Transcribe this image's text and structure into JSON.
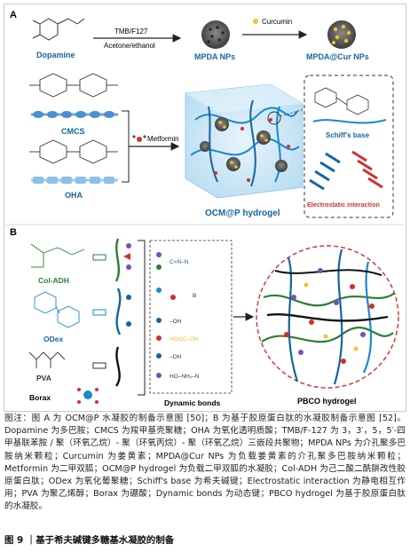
{
  "panel_a": {
    "label": "A",
    "dopamine": "Dopamine",
    "arrow1_top": "TMB/F127",
    "arrow1_bottom": "Acetone/ethanol",
    "mpda": "MPDA NPs",
    "curcumin": "Curcumin",
    "mpda_cur": "MPDA@Cur NPs",
    "cmcs": "CMCS",
    "oha": "OHA",
    "metformin": "Metformin",
    "hydrogel": "OCM@P hydrogel",
    "schiff": "Schiff's base",
    "electrostatic": "Electrostatic interaction"
  },
  "panel_b": {
    "label": "B",
    "col_adh": "Col-ADH",
    "odex": "ODex",
    "pva": "PVA",
    "borax": "Borax",
    "dynamic": "Dynamic bonds",
    "pbco": "PBCO hydrogel",
    "bond_texts": [
      "C=N–N",
      "B",
      "–OH",
      "HOOC–OH",
      "–OH",
      "HO–NH₂–N"
    ]
  },
  "caption": "图注：图 A 为 OCM@P 水凝胶的制备示意图 [50]；B 为基于胶原蛋白肽的水凝胶制备示意图 [52]。Dopamine 为多巴胺；CMCS 为羧甲基壳聚糖；OHA 为氧化透明质酸；TMB/F-127 为 3，3′，5，5′-四甲基联苯胺 / 聚（环氧乙烷）- 聚（环氧丙烷）- 聚（环氧乙烷）三嵌段共聚物；MPDA NPs 为介孔聚多巴胺纳米颗粒；Curcumin 为姜黄素；MPDA@Cur NPs 为负载姜黄素的介孔聚多巴胺纳米颗粒；Metformin 为二甲双胍；OCM@P hydrogel 为负载二甲双胍的水凝胶；Col-ADH 为己二酸二酰肼改性胶原蛋白肽；ODex 为氧化葡聚糖；Schiff's base 为希夫碱键；Electrostatic interaction 为静电相互作用；PVA 为聚乙烯醇；Borax 为硼酸；Dynamic bonds 为动态键；PBCO hydrogel 为基于胶原蛋白肽的水凝胶。",
  "figure_title": "图 9 ｜基于希夫碱键多糖基水凝胶的制备",
  "colors": {
    "blue": "#1e88c8",
    "dark_blue": "#1565a0",
    "red": "#d32f2f",
    "green": "#2e7d32",
    "yellow": "#f2c230",
    "gray": "#9e9e9e"
  }
}
